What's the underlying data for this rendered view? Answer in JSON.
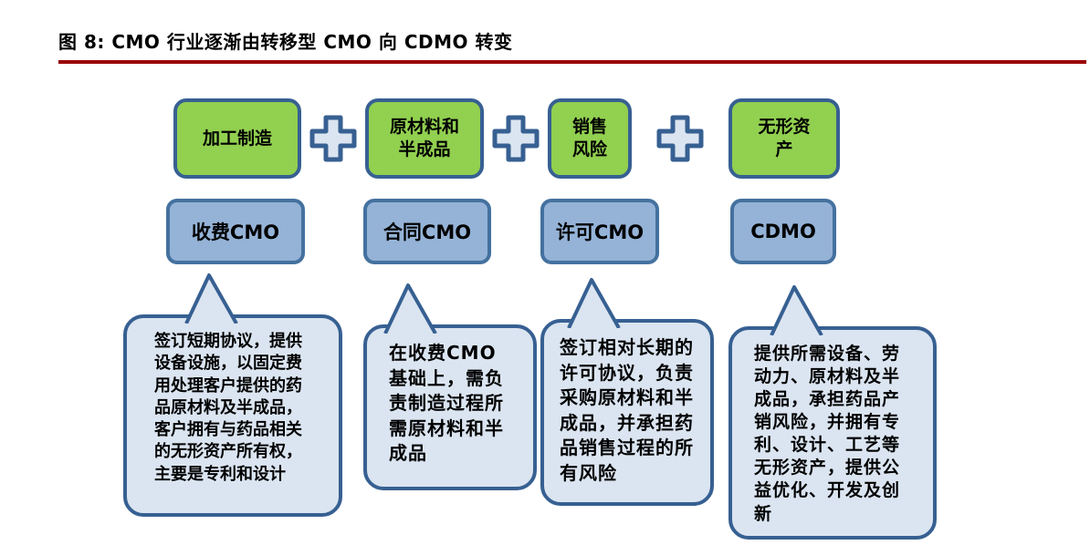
{
  "figure": {
    "title": "图 8: CMO 行业逐渐由转移型 CMO 向 CDMO 转变"
  },
  "colors": {
    "title_rule": "#990000",
    "input_box_fill": "#92d050",
    "model_box_fill": "#95b3d7",
    "callout_fill": "#dbe5f1",
    "box_border": "#376092"
  },
  "icons": {
    "plus_icon": "+"
  },
  "columns": [
    {
      "input": "加工制造",
      "model": "收费CMO",
      "description": "签订短期协议，提供设备设施，以固定费用处理客户提供的药品原材料及半成品，客户拥有与药品相关的无形资产所有权，主要是专利和设计"
    },
    {
      "input": "原材料和半成品",
      "model": "合同CMO",
      "description": "在收费CMO基础上，需负责制造过程所需原材料和半成品"
    },
    {
      "input": "销售风险",
      "model": "许可CMO",
      "description": "签订相对长期的许可协议，负责采购原材料和半成品，并承担药品销售过程的所有风险"
    },
    {
      "input": "无形资产",
      "model": "CDMO",
      "description": "提供所需设备、劳动力、原材料及半成品，承担药品产销风险，并拥有专利、设计、工艺等无形资产，提供公益优化、开发及创新"
    }
  ]
}
